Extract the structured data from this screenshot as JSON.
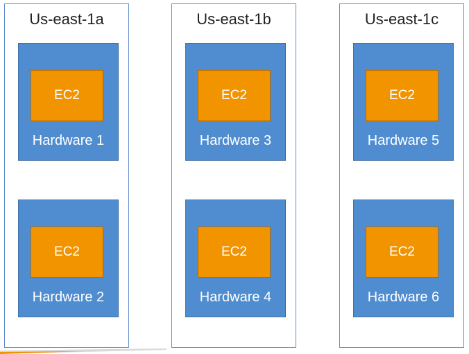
{
  "zones": [
    {
      "title": "Us-east-1a",
      "hardware": [
        {
          "instance": "EC2",
          "label": "Hardware 1"
        },
        {
          "instance": "EC2",
          "label": "Hardware 2"
        }
      ]
    },
    {
      "title": "Us-east-1b",
      "hardware": [
        {
          "instance": "EC2",
          "label": "Hardware 3"
        },
        {
          "instance": "EC2",
          "label": "Hardware 4"
        }
      ]
    },
    {
      "title": "Us-east-1c",
      "hardware": [
        {
          "instance": "EC2",
          "label": "Hardware 5"
        },
        {
          "instance": "EC2",
          "label": "Hardware 6"
        }
      ]
    }
  ],
  "colors": {
    "zone_border": "#5b8ac7",
    "hardware_fill": "#4f8dd0",
    "ec2_fill": "#f29400",
    "accent_orange": "#f29400"
  }
}
